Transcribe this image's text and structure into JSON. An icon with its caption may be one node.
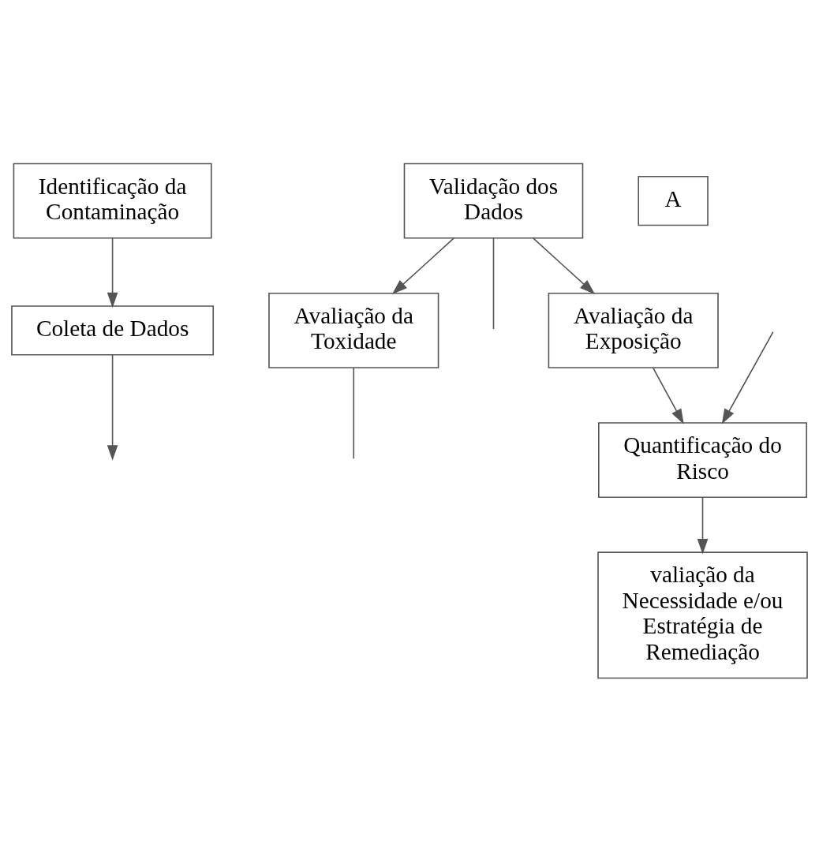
{
  "diagram": {
    "nodes": [
      {
        "text": [
          "Identificação da Contaminação"
        ]
      },
      {
        "text": [
          "Coleta de Dados"
        ]
      },
      {
        "text": [
          "Validação dos Dados"
        ]
      },
      {
        "text": [
          "Avaliação da Exposição"
        ]
      },
      {
        "text": [
          "Avaliação da Toxidade"
        ]
      },
      {
        "text": [
          "Quantificação do Risco"
        ]
      },
      {
        "text": [
          "valiação da Necessidade e/ou Estratégia de Remediação"
        ]
      },
      {
        "text": [
          "A"
        ]
      }
    ],
    "edges": [
      {
        "from": 0,
        "to": 1,
        "arrow": "to"
      },
      {
        "from": 1,
        "to": null,
        "arrow": "to"
      },
      {
        "from": 2,
        "to": 3,
        "arrow": "to"
      },
      {
        "from": 2,
        "to": 4,
        "arrow": "to"
      },
      {
        "from": 2,
        "to": null,
        "arrow": "none"
      },
      {
        "from": null,
        "to": 5,
        "arrow": "to"
      },
      {
        "from": 3,
        "to": 5,
        "arrow": "to"
      },
      {
        "from": 4,
        "to": null,
        "arrow": "none"
      },
      {
        "from": 5,
        "to": 6,
        "arrow": "to"
      }
    ]
  }
}
